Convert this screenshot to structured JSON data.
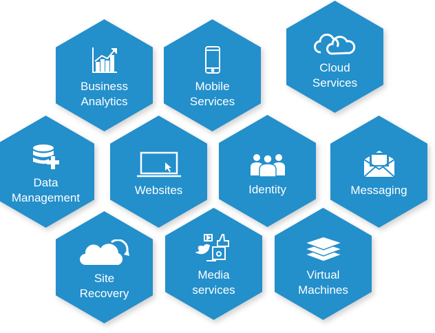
{
  "accent_color": "#238fcb",
  "services": [
    {
      "id": "business-analytics",
      "label": "Business\nAnalytics",
      "icon": "chart-growth-icon"
    },
    {
      "id": "mobile-services",
      "label": "Mobile\nServices",
      "icon": "smartphone-icon"
    },
    {
      "id": "cloud-services",
      "label": "Cloud\nServices",
      "icon": "cloud-icon"
    },
    {
      "id": "data-management",
      "label": "Data\nManagement",
      "icon": "database-add-icon"
    },
    {
      "id": "websites",
      "label": "Websites",
      "icon": "laptop-cursor-icon"
    },
    {
      "id": "identity",
      "label": "Identity",
      "icon": "users-group-icon"
    },
    {
      "id": "messaging",
      "label": "Messaging",
      "icon": "envelope-icon"
    },
    {
      "id": "site-recovery",
      "label": "Site\nRecovery",
      "icon": "cloud-sync-icon"
    },
    {
      "id": "media-services",
      "label": "Media\nservices",
      "icon": "social-media-icon"
    },
    {
      "id": "virtual-machines",
      "label": "Virtual\nMachines",
      "icon": "layers-icon"
    }
  ]
}
